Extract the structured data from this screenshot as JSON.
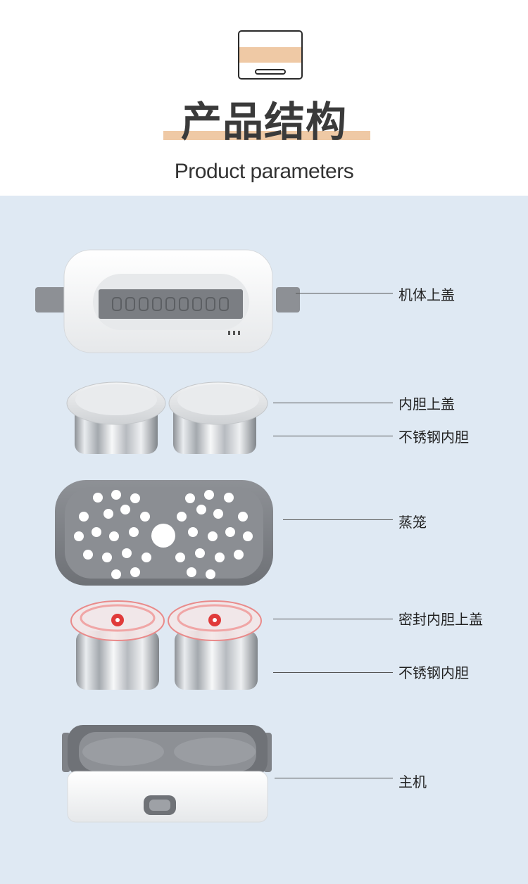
{
  "header": {
    "title_cn": "产品结构",
    "title_en": "Product parameters",
    "icon": "box-icon"
  },
  "parts": [
    {
      "label": "机体上盖"
    },
    {
      "label": "内胆上盖"
    },
    {
      "label": "不锈钢内胆"
    },
    {
      "label": "蒸笼"
    },
    {
      "label": "密封内胆上盖"
    },
    {
      "label": "不锈钢内胆"
    },
    {
      "label": "主机"
    }
  ],
  "colors": {
    "accent": "#efc9a5",
    "panel_bg": "#dfe9f3",
    "title_text": "#3a3a3a"
  }
}
